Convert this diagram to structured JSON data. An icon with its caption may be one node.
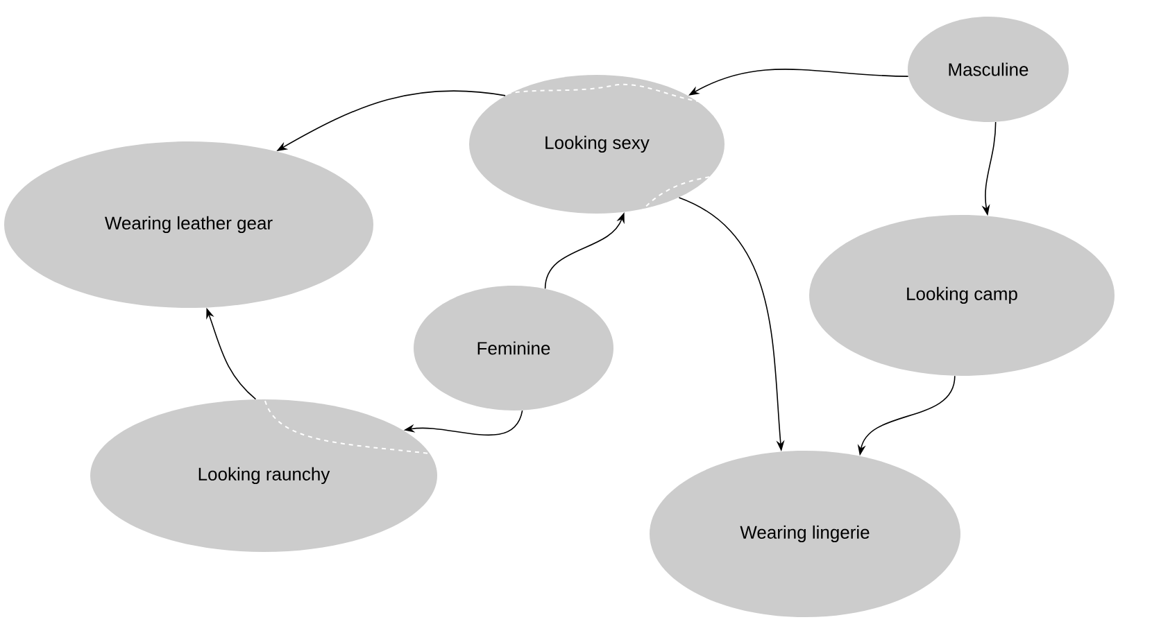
{
  "diagram": {
    "nodes": [
      {
        "text": [
          "Masculine"
        ]
      },
      {
        "text": [
          "Looking sexy"
        ]
      },
      {
        "text": [
          "Wearing leather gear"
        ]
      },
      {
        "text": [
          "Looking camp"
        ]
      },
      {
        "text": [
          "Feminine"
        ]
      },
      {
        "text": [
          "Looking raunchy"
        ]
      },
      {
        "text": [
          "Wearing lingerie"
        ]
      }
    ],
    "edges": [
      {
        "from": 0,
        "to": 1,
        "arrow": "to"
      },
      {
        "from": 1,
        "to": 2,
        "arrow": "to"
      },
      {
        "from": 0,
        "to": 3,
        "arrow": "to"
      },
      {
        "from": 3,
        "to": 6,
        "arrow": "to"
      },
      {
        "from": 4,
        "to": 1,
        "arrow": "to"
      },
      {
        "from": 1,
        "to": 6,
        "arrow": "to"
      },
      {
        "from": 4,
        "to": 5,
        "arrow": "to"
      },
      {
        "from": 5,
        "to": 2,
        "arrow": "to"
      }
    ]
  }
}
